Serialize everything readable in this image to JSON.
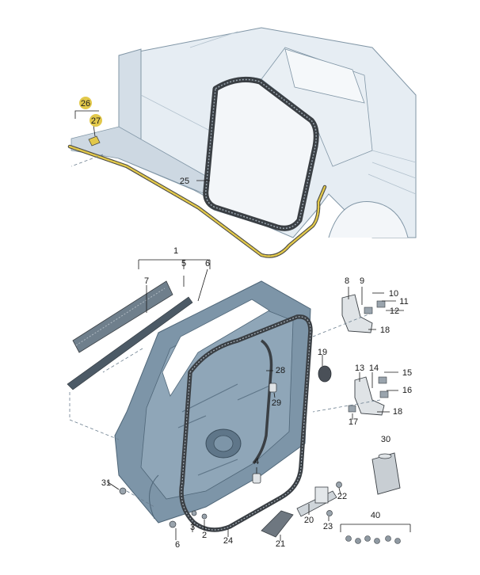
{
  "diagram": {
    "callouts": {
      "c1": "1",
      "c2": "2",
      "c3": "3",
      "c4": "4",
      "c5": "5",
      "c6": "6",
      "c7": "7",
      "c8": "8",
      "c9": "9",
      "c10": "10",
      "c11": "11",
      "c12": "12",
      "c13": "13",
      "c14": "14",
      "c15": "15",
      "c16": "16",
      "c17": "17",
      "c18a": "18",
      "c18b": "18",
      "c19": "19",
      "c20": "20",
      "c21": "21",
      "c22": "22",
      "c23": "23",
      "c24": "24",
      "c25": "25",
      "c26": "26",
      "c27": "27",
      "c28": "28",
      "c29": "29",
      "c30": "30",
      "c31": "31",
      "c40": "40"
    },
    "colors": {
      "body_fill": "#dfe7ee",
      "body_stroke": "#7f93a3",
      "door_fill": "#7d95a8",
      "door_dark": "#4f6678",
      "seal": "#3a3f44",
      "highlight": "#e2c84a"
    }
  }
}
